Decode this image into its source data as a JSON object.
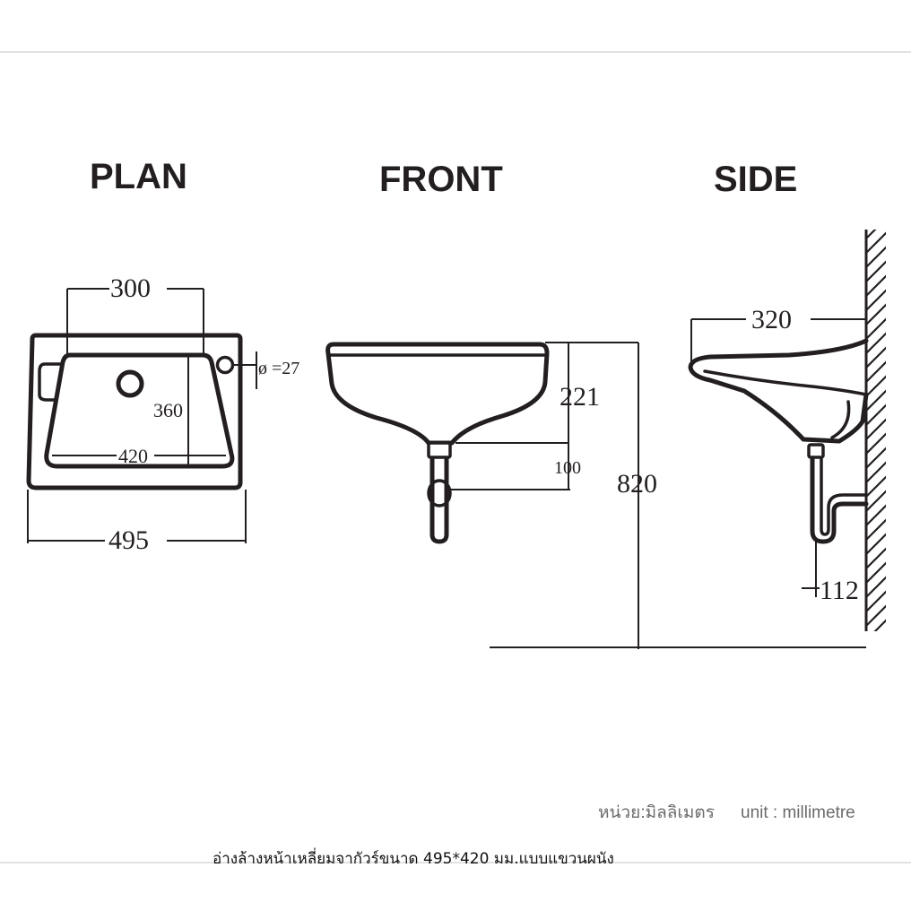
{
  "views": {
    "plan": {
      "title": "PLAN",
      "dim_inner_width": "300",
      "dim_bowl_depth": "360",
      "dim_bowl_width": "420",
      "dim_overall_width": "495",
      "dim_tap_hole": "ø =27"
    },
    "front": {
      "title": "FRONT",
      "dim_height": "221",
      "dim_drain": "100",
      "dim_floor": "820"
    },
    "side": {
      "title": "SIDE",
      "dim_projection": "320",
      "dim_trap": "112"
    }
  },
  "unit_note": {
    "thai": "หน่วย:มิลลิเมตร",
    "english": "unit : millimetre"
  },
  "caption": "อ่างล้างหน้าเหลี่ยมจากัวร์ขนาด 495*420 มม.แบบแขวนผนัง"
}
